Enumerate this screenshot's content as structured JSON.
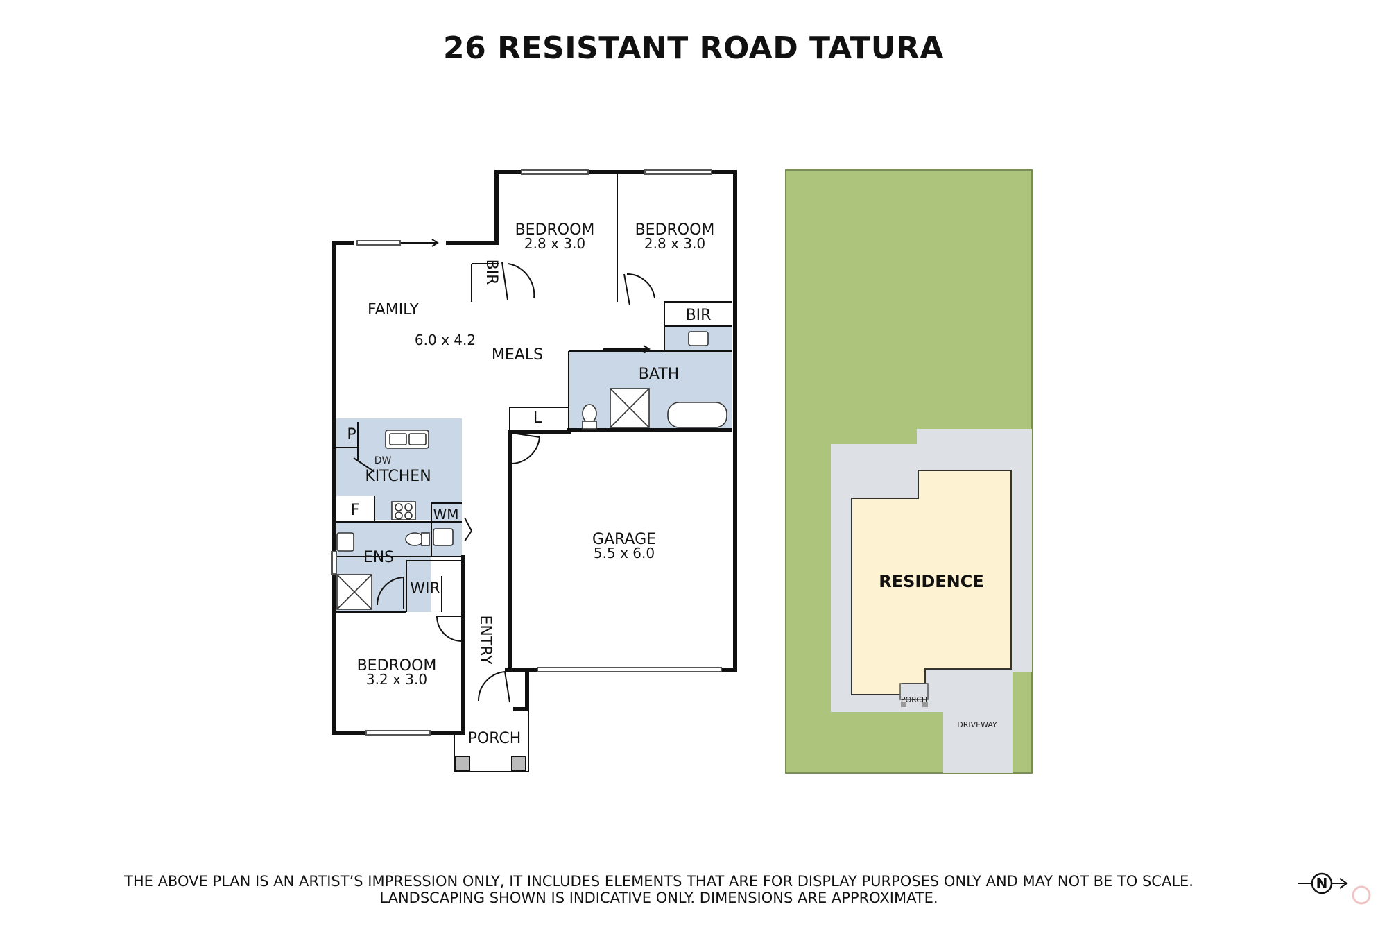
{
  "title": "26 RESISTANT ROAD TATURA",
  "rooms": {
    "bedroom_2": {
      "name": "BEDROOM",
      "dims": "2.8 x 3.0"
    },
    "bedroom_3": {
      "name": "BEDROOM",
      "dims": "2.8 x 3.0"
    },
    "bir_1": "BIR",
    "bir_2": "BIR",
    "family": {
      "name": "FAMILY",
      "dims": "6.0 x 4.2"
    },
    "meals": "MEALS",
    "bath": "BATH",
    "laundry": "L",
    "pantry": "P",
    "dishwasher": "DW",
    "kitchen": "KITCHEN",
    "fridge": "F",
    "washing_machine": "WM",
    "ensuite": "ENS",
    "wir": "WIR",
    "garage": {
      "name": "GARAGE",
      "dims": "5.5 x 6.0"
    },
    "entry": "ENTRY",
    "bedroom_1": {
      "name": "BEDROOM",
      "dims": "3.2 x 3.0"
    },
    "porch": "PORCH"
  },
  "site": {
    "residence": "RESIDENCE",
    "porch": "PORCH",
    "driveway": "DRIVEWAY"
  },
  "disclaimer": {
    "line1": "THE ABOVE PLAN IS AN ARTIST’S IMPRESSION ONLY, IT INCLUDES ELEMENTS THAT ARE FOR DISPLAY PURPOSES ONLY AND MAY NOT BE TO SCALE.",
    "line2": "LANDSCAPING SHOWN IS INDICATIVE ONLY. DIMENSIONS ARE APPROXIMATE."
  },
  "compass": {
    "label": "N",
    "icon": "north-arrow-icon"
  },
  "colors": {
    "wet_area": "#c9d7e6",
    "lawn": "#adc47c",
    "paving": "#dde0e5",
    "residence": "#fdf3d2",
    "wall": "#111111"
  }
}
